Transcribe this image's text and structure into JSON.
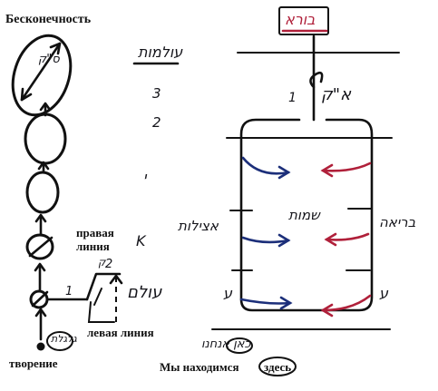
{
  "labels": {
    "infinity": "Бесконечность",
    "right_line": "правая\nлиния",
    "left_line": "левая линия",
    "creation": "творение",
    "we_are_here_prefix": "Мы находимся",
    "we_are_here_word": "здесь"
  },
  "hebrew": {
    "top_box": "בורא",
    "list_header": "עולמות",
    "atzilut_note": "א\"ק",
    "mid_left": "אצילות",
    "mid_center": "שמות",
    "mid_right": "בריאה",
    "bottom_left": "ע",
    "bottom_right": "ע",
    "lower_word": "עולם",
    "bottom_here": "כאן אנחנו",
    "left_circle_note": "גלגלת",
    "yud": "י",
    "kuf": "ק",
    "num_3": "3",
    "num_2": "2",
    "num_1": "1"
  },
  "annotations": {
    "diameter_label": "ס\"ק",
    "step_1": "1",
    "step_2": "2",
    "kuf_k": "K"
  },
  "colors": {
    "ink": "#111111",
    "blue": "#1c2f7a",
    "red": "#b0203a"
  }
}
